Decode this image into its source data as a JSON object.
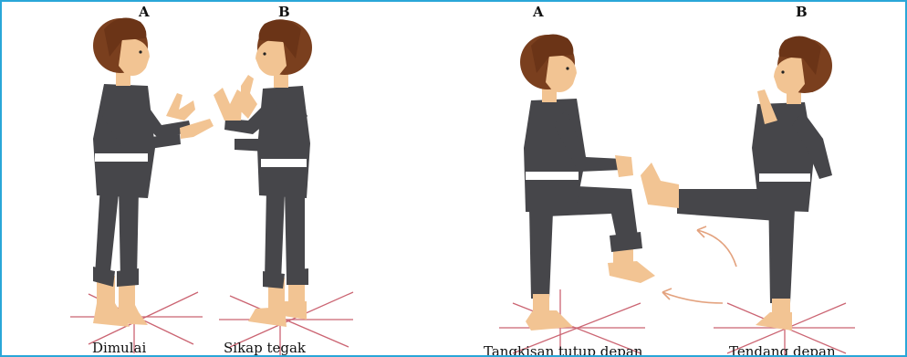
{
  "panels": [
    {
      "figures": [
        {
          "letter": "A",
          "caption": "Dimulai"
        },
        {
          "letter": "B",
          "caption": "Sikap tegak"
        }
      ]
    },
    {
      "figures": [
        {
          "letter": "A",
          "caption": "Tangkisan tutup depan"
        },
        {
          "letter": "B",
          "caption": "Tendang depan"
        }
      ]
    }
  ],
  "colors": {
    "border": "#2aa7d8",
    "uniform": "#46464a",
    "skin": "#f2c493",
    "hair": "#7a3f1e",
    "belt": "#ffffff",
    "floor_lines": "#c24a5a",
    "motion_arrow": "#e3a27e"
  }
}
